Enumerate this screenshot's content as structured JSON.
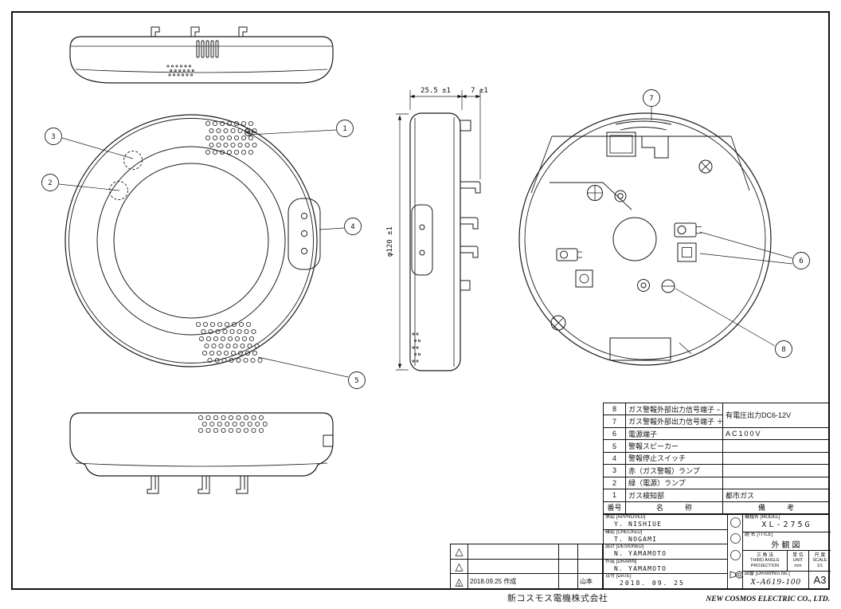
{
  "dimensions": {
    "depth": "25.5 ±1",
    "hook": "7 ±1",
    "diameter": "φ120 ±1"
  },
  "callouts": [
    "1",
    "2",
    "3",
    "4",
    "5",
    "6",
    "7",
    "8"
  ],
  "parts_table": {
    "header": {
      "no": "番号",
      "name": "名　　　称",
      "remarks": "備　　　考"
    },
    "rows": [
      {
        "no": "8",
        "name": "ガス警報外部出力信号端子 −",
        "remarks": ""
      },
      {
        "no": "7",
        "name": "ガス警報外部出力信号端子 ＋",
        "remarks": ""
      },
      {
        "no": "6",
        "name": "電源端子",
        "remarks": "AC100V"
      },
      {
        "no": "5",
        "name": "警報スピーカー",
        "remarks": ""
      },
      {
        "no": "4",
        "name": "警報停止スイッチ",
        "remarks": ""
      },
      {
        "no": "3",
        "name": "赤（ガス警報）ランプ",
        "remarks": ""
      },
      {
        "no": "2",
        "name": "緑（電源）ランプ",
        "remarks": ""
      },
      {
        "no": "1",
        "name": "ガス検知部",
        "remarks": "都市ガス"
      }
    ],
    "merged_remark_8_7": "有電圧出力DC6-12V"
  },
  "title_block": {
    "approved_label": "承認 [APPROVED]",
    "approved_name": "Y. NISHIUE",
    "checked_label": "確認 [CHECKED]",
    "checked_name": "T. NOGAMI",
    "designed_label": "設計 [DESIGNED]",
    "designed_name": "N. YAMAMOTO",
    "drawn_label": "作成 [DRAWN]",
    "drawn_name": "N. YAMAMOTO",
    "date_label": "日付 [DATE]",
    "date_value": "2018. 09. 25",
    "model_label": "機種名 [MODEL]",
    "model_value": "XL-275G",
    "title_label": "題 名 [TITLE]",
    "title_value": "外観図",
    "projection_jp": "三 角 法",
    "projection_en1": "THIRD ANGLE",
    "projection_en2": "PROJECTION",
    "unit_jp": "単 位",
    "unit_en": "UNIT",
    "unit_value": "mm",
    "scale_jp": "尺 度",
    "scale_en": "SCALE",
    "scale_value": "1/1",
    "drawing_no_label": "図番 [DRAWING.No.]",
    "drawing_no_value": "X-A619-100",
    "sheet_size": "A3"
  },
  "revision_table": {
    "rows": [
      {
        "mark": "",
        "desc": "",
        "note": "",
        "by": ""
      },
      {
        "mark": "",
        "desc": "",
        "note": "",
        "by": ""
      },
      {
        "mark": "1",
        "desc": "2018.09.25 作成",
        "note": "",
        "by": "山本"
      }
    ]
  },
  "icons": {
    "revision_mark": "△"
  },
  "footer": {
    "company_jp": "新コスモス電機株式会社",
    "company_en": "NEW COSMOS ELECTRIC CO., LTD."
  }
}
